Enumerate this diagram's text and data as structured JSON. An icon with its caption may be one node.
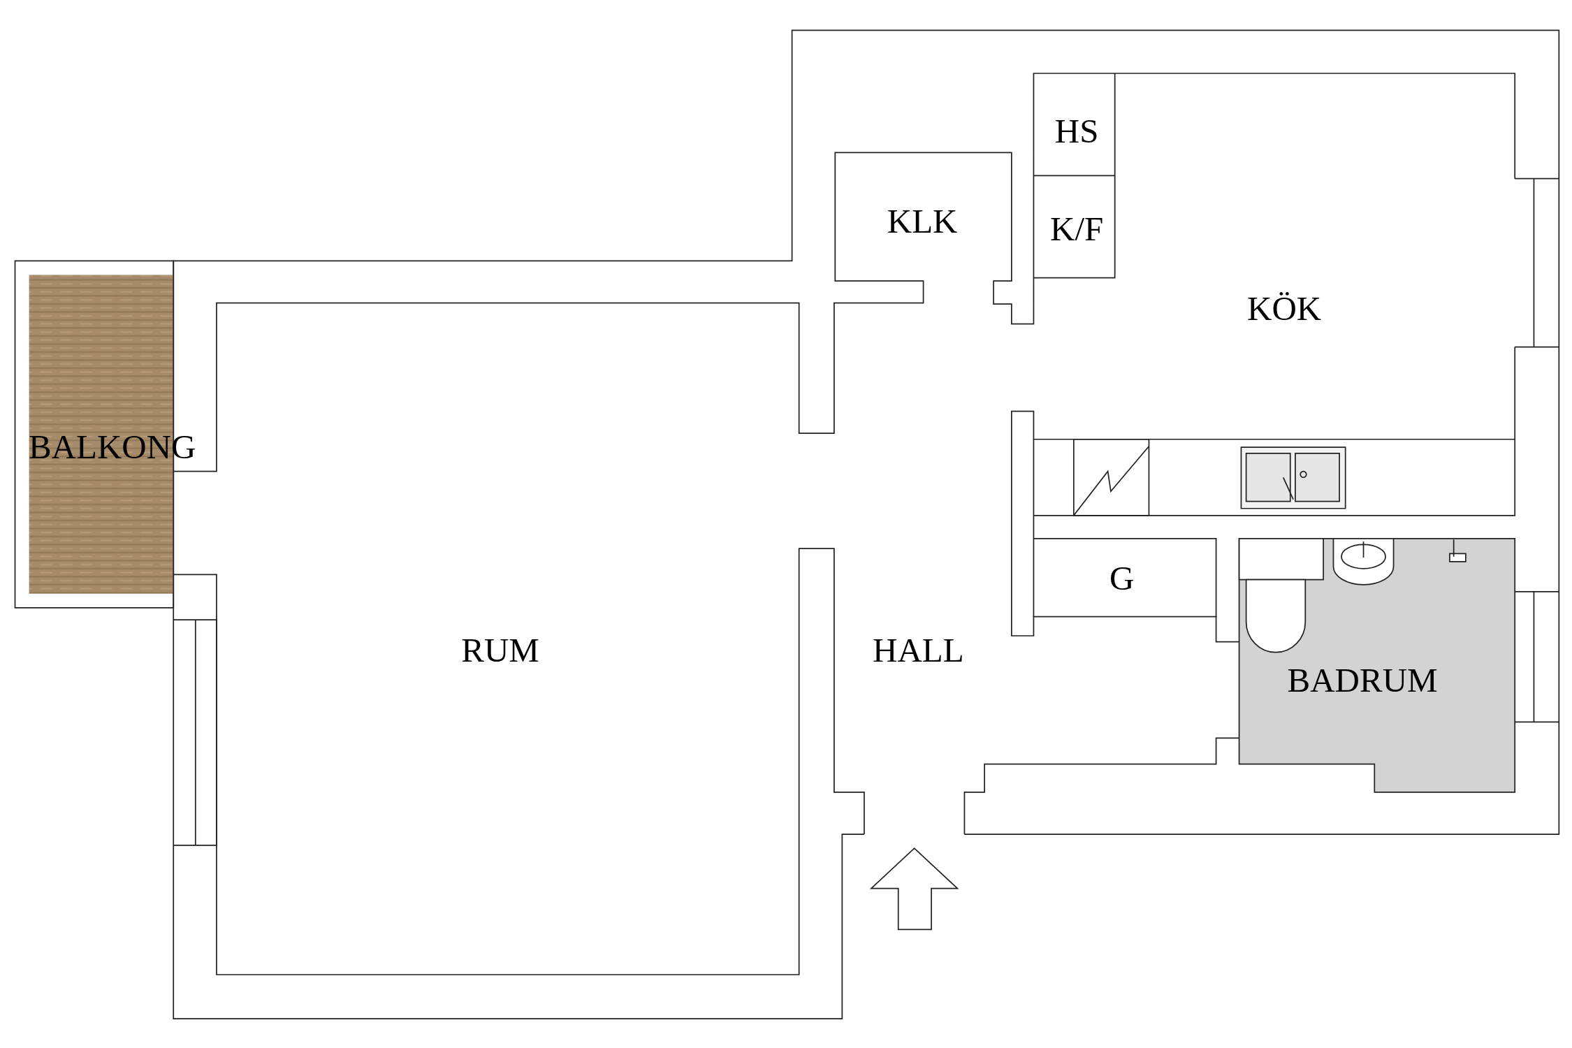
{
  "diagram": {
    "labels": [
      "HS",
      "KLK",
      "K/F",
      "KÖK",
      "BALKONG",
      "G",
      "RUM",
      "HALL",
      "BADRUM"
    ]
  }
}
